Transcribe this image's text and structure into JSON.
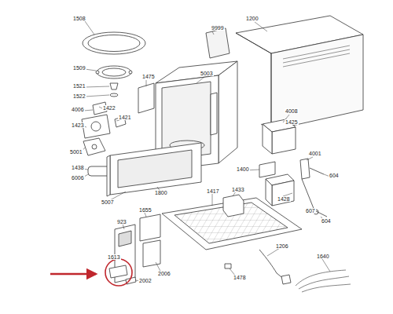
{
  "diagram": {
    "labels": [
      "1508",
      "9999",
      "1200",
      "1509",
      "1521",
      "1522",
      "1475",
      "5003",
      "4006",
      "1422",
      "1421",
      "4008",
      "1423",
      "1425",
      "5001",
      "1438",
      "6006",
      "5007",
      "1800",
      "1400",
      "1428",
      "4001",
      "604",
      "1417",
      "1433",
      "607",
      "604",
      "923",
      "1655",
      "1613",
      "2006",
      "2002",
      "1478",
      "1206",
      "1640"
    ]
  }
}
